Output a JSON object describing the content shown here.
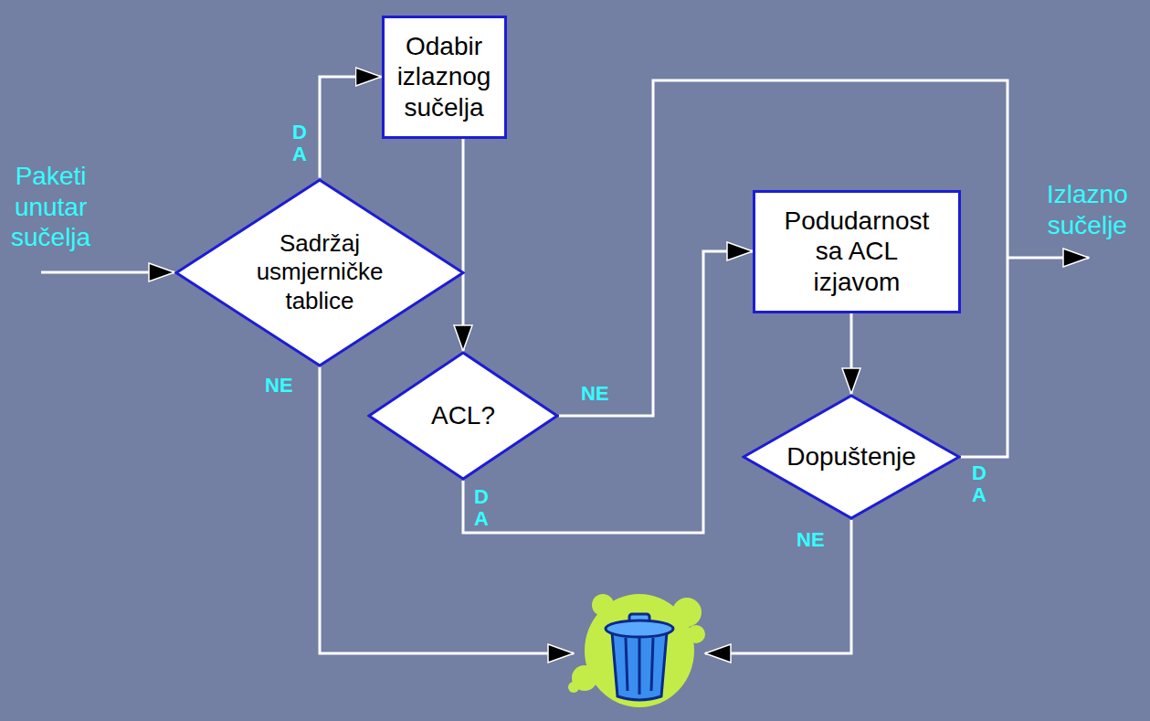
{
  "diagram": {
    "nodes": [
      {
        "text": [
          "Sadržaj usmjerničke tablice"
        ]
      },
      {
        "text": [
          "Odabir izlaznog sučelja"
        ]
      },
      {
        "text": [
          "ACL?"
        ]
      },
      {
        "text": [
          "Podudarnost sa ACL izjavom"
        ]
      },
      {
        "text": [
          "Dopuštenje"
        ]
      }
    ],
    "edges": [
      {
        "from": 0,
        "to": 1,
        "arrow": "to",
        "label": "D A"
      },
      {
        "from": 1,
        "to": 2,
        "arrow": "to"
      },
      {
        "from": 2,
        "to": 3,
        "arrow": "to",
        "label": "D A"
      },
      {
        "from": 3,
        "to": 4,
        "arrow": "to"
      }
    ],
    "labels": [
      "Paketi unutar sučelja",
      "Izlazno sučelje",
      "NE",
      "NE",
      "D A",
      "NE"
    ]
  }
}
